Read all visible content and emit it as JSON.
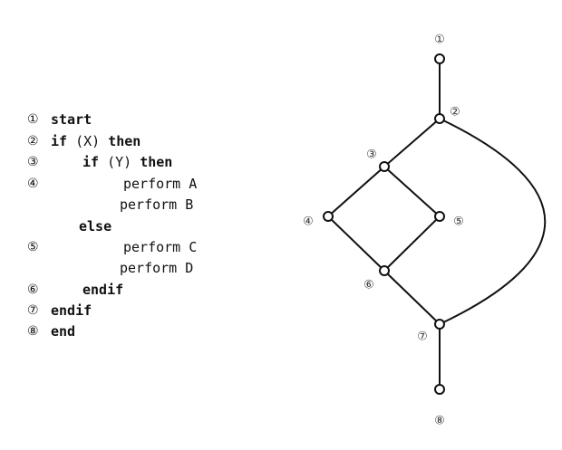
{
  "code_lines": [
    {
      "num": "①",
      "parts": [
        {
          "text": "start",
          "bold": true
        }
      ]
    },
    {
      "num": "②",
      "parts": [
        {
          "text": "if",
          "bold": true
        },
        {
          "text": " (X) ",
          "bold": false
        },
        {
          "text": "then",
          "bold": true
        }
      ]
    },
    {
      "num": "③",
      "parts": [
        {
          "text": "if",
          "bold": true
        },
        {
          "text": " (Y) ",
          "bold": false
        },
        {
          "text": "then",
          "bold": true
        }
      ]
    },
    {
      "num": "④",
      "parts": [
        {
          "text": "perform A",
          "bold": false
        }
      ]
    },
    {
      "num": "",
      "parts": [
        {
          "text": "perform B",
          "bold": false
        }
      ]
    },
    {
      "num": "",
      "parts": [
        {
          "text": "else",
          "bold": true
        }
      ]
    },
    {
      "num": "⑤",
      "parts": [
        {
          "text": "perform C",
          "bold": false
        }
      ]
    },
    {
      "num": "",
      "parts": [
        {
          "text": "perform D",
          "bold": false
        }
      ]
    },
    {
      "num": "⑥",
      "parts": [
        {
          "text": "endif",
          "bold": true
        }
      ]
    },
    {
      "num": "⑦",
      "parts": [
        {
          "text": "endif",
          "bold": true
        }
      ]
    },
    {
      "num": "⑧",
      "parts": [
        {
          "text": "end",
          "bold": true
        }
      ]
    }
  ],
  "graph": {
    "nodes": [
      {
        "id": "1",
        "label": "①"
      },
      {
        "id": "2",
        "label": "②"
      },
      {
        "id": "3",
        "label": "③"
      },
      {
        "id": "4",
        "label": "④"
      },
      {
        "id": "5",
        "label": "⑤"
      },
      {
        "id": "6",
        "label": "⑥"
      },
      {
        "id": "7",
        "label": "⑦"
      },
      {
        "id": "8",
        "label": "⑧"
      }
    ],
    "edges": [
      {
        "from": "1",
        "to": "2"
      },
      {
        "from": "2",
        "to": "3"
      },
      {
        "from": "3",
        "to": "4"
      },
      {
        "from": "3",
        "to": "5"
      },
      {
        "from": "4",
        "to": "6"
      },
      {
        "from": "5",
        "to": "6"
      },
      {
        "from": "6",
        "to": "7"
      },
      {
        "from": "2",
        "to": "7",
        "curved": true
      },
      {
        "from": "7",
        "to": "8"
      }
    ]
  },
  "colors": {
    "stroke": "#111111",
    "node_fill": "#ffffff",
    "text": "#111111"
  }
}
